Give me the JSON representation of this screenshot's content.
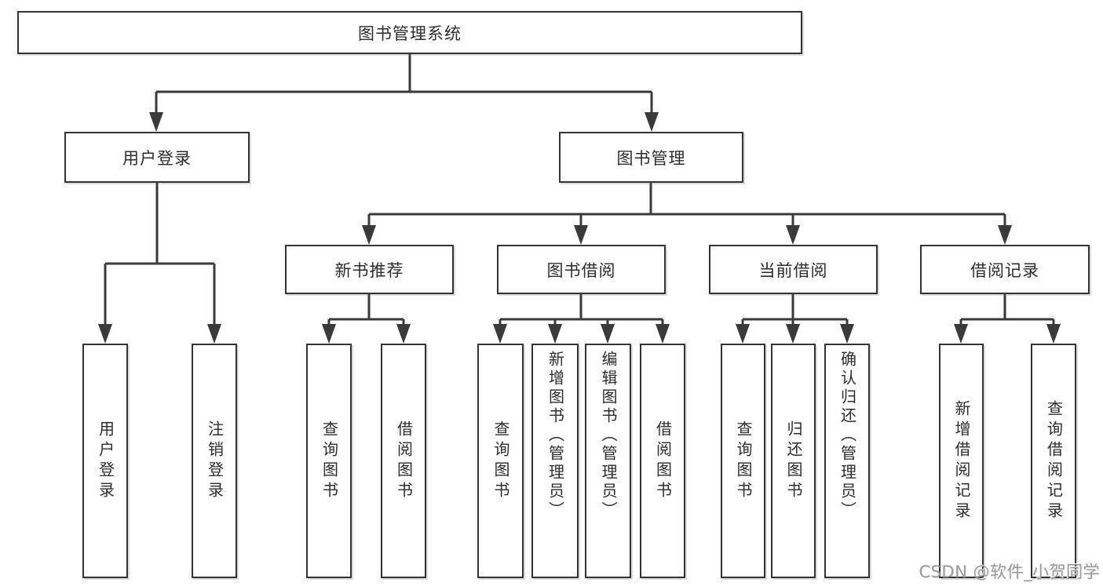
{
  "diagram": {
    "tree": {
      "root": {
        "label": "图书管理系统",
        "children": [
          {
            "label": "用户登录",
            "children": [
              {
                "label": "用户登录"
              },
              {
                "label": "注销登录"
              }
            ]
          },
          {
            "label": "图书管理",
            "children": [
              {
                "label": "新书推荐",
                "children": [
                  {
                    "label": "查询图书"
                  },
                  {
                    "label": "借阅图书"
                  }
                ]
              },
              {
                "label": "图书借阅",
                "children": [
                  {
                    "label": "查询图书"
                  },
                  {
                    "label": "新增图书（管理员）"
                  },
                  {
                    "label": "编辑图书（管理员）"
                  },
                  {
                    "label": "借阅图书"
                  }
                ]
              },
              {
                "label": "当前借阅",
                "children": [
                  {
                    "label": "查询图书"
                  },
                  {
                    "label": "归还图书"
                  },
                  {
                    "label": "确认归还（管理员）"
                  }
                ]
              },
              {
                "label": "借阅记录",
                "children": [
                  {
                    "label": "新增借阅记录"
                  },
                  {
                    "label": "查询借阅记录"
                  }
                ]
              }
            ]
          }
        ]
      }
    },
    "colors": {
      "line": "#3a3a3a",
      "box_border": "#333333",
      "text": "#2d2d2d",
      "background": "#ffffff",
      "watermark": "#9a9a9a"
    }
  },
  "watermark": {
    "text": "CSDN @软件_小贺同学"
  }
}
